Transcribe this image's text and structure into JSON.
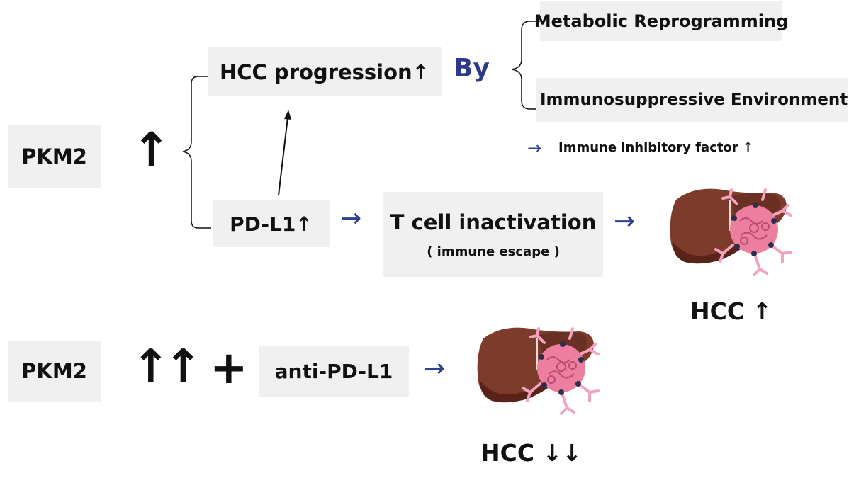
{
  "row1": {
    "pkm2_label": "PKM2",
    "up_arrow": "↑",
    "hcc_progression": "HCC progression↑",
    "by_label": "By",
    "mechanisms": [
      "Metabolic Reprogramming",
      "Immunosuppressive Environment"
    ],
    "inhibitory_arrow": "→",
    "immune_inhibitory": "Immune inhibitory factor ↑",
    "pdl1": "PD-L1↑",
    "arrow1": "→",
    "t_cell_title": "T cell inactivation",
    "t_cell_sub": "( immune escape )",
    "arrow2": "→",
    "hcc_result": "HCC ↑"
  },
  "row2": {
    "pkm2_label": "PKM2",
    "up_arrows": "↑↑",
    "plus": "+",
    "anti_pdl1": "anti-PD-L1",
    "arrow": "→",
    "hcc_result": "HCC ↓↓"
  },
  "colors": {
    "box_bg": "#f0f0f0",
    "arrow_blue": "#2f3f8f",
    "by_blue": "#2d3a8c",
    "liver_dark": "#6b3024",
    "liver_mid": "#7d3b2c",
    "tumor_pink": "#ec7fa0",
    "cell_pink": "#f3a3bf"
  },
  "icons": [
    "liver-tumor-icon"
  ]
}
